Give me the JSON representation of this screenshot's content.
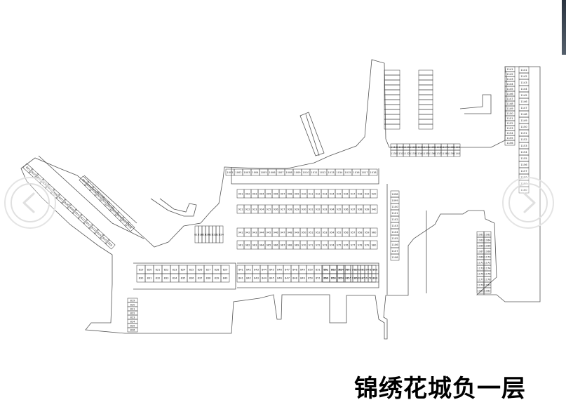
{
  "title": "锦绣花城负一层",
  "nav": {
    "prev_icon": "chevron-left-icon",
    "next_icon": "chevron-right-icon"
  },
  "colors": {
    "line": "#333333",
    "nav": "#e0e0e0",
    "title": "#000000"
  },
  "sections": [
    {
      "id": "west-diagonal",
      "labels": [
        "801",
        "802",
        "803",
        "804",
        "805",
        "806",
        "807",
        "808",
        "809",
        "810",
        "811",
        "812",
        "813",
        "814",
        "815",
        "816"
      ]
    },
    {
      "id": "northwest-wing",
      "labels": [
        "817",
        "818",
        "819",
        "820",
        "821",
        "822",
        "823",
        "824"
      ]
    },
    {
      "id": "north-row",
      "labels": [
        "1001",
        "1002",
        "1003",
        "1004",
        "1005",
        "1006",
        "1007",
        "1008",
        "1009",
        "1010",
        "1011",
        "1012",
        "1013",
        "1014",
        "1015",
        "1016",
        "1017",
        "1018"
      ]
    },
    {
      "id": "center-grid-a",
      "labels": [
        "901",
        "902",
        "903",
        "904",
        "905",
        "906",
        "907",
        "908",
        "909",
        "910",
        "911",
        "912",
        "913",
        "914",
        "915",
        "916",
        "917",
        "918",
        "919",
        "920"
      ]
    },
    {
      "id": "center-grid-b",
      "labels": [
        "921",
        "922",
        "923",
        "924",
        "925",
        "926",
        "927",
        "928",
        "929",
        "930",
        "931",
        "932",
        "933",
        "934",
        "935",
        "936",
        "937",
        "938",
        "939",
        "940"
      ]
    },
    {
      "id": "center-grid-c",
      "labels": [
        "941",
        "942",
        "943",
        "944",
        "945",
        "946",
        "947",
        "948",
        "949",
        "950",
        "951",
        "952",
        "953",
        "954",
        "955",
        "956",
        "957",
        "958",
        "959",
        "960"
      ]
    },
    {
      "id": "south-row",
      "labels": [
        "961",
        "962",
        "963",
        "964",
        "965",
        "966",
        "967",
        "968",
        "969",
        "970",
        "971",
        "972",
        "973",
        "974",
        "975",
        "976",
        "977",
        "978",
        "979",
        "980"
      ]
    },
    {
      "id": "southwest-block",
      "labels": [
        "819",
        "820",
        "821",
        "822",
        "823",
        "824",
        "825",
        "826",
        "827",
        "828",
        "829",
        "830",
        "831",
        "832",
        "833",
        "834",
        "835",
        "836",
        "837",
        "838",
        "839",
        "840"
      ]
    },
    {
      "id": "south-center",
      "labels": [
        "841",
        "842",
        "843",
        "844",
        "845",
        "846",
        "847",
        "848",
        "849",
        "850",
        "851",
        "852",
        "853",
        "854",
        "855",
        "856",
        "857",
        "858"
      ]
    },
    {
      "id": "southeast",
      "labels": [
        "901",
        "902",
        "903",
        "904",
        "905",
        "906",
        "907",
        "908",
        "909",
        "910",
        "911",
        "912",
        "913",
        "914",
        "915",
        "916"
      ]
    },
    {
      "id": "east-column",
      "labels": [
        "1098",
        "1099",
        "1100",
        "1101",
        "1102",
        "1103",
        "1104",
        "1105",
        "1106",
        "1107",
        "1108"
      ]
    },
    {
      "id": "northeast",
      "labels": [
        "1119",
        "1120",
        "1121",
        "1122",
        "1123",
        "1124",
        "1125",
        "1126",
        "1127",
        "1128",
        "1129",
        "1130",
        "1131",
        "1132",
        "1133",
        "1134",
        "1135",
        "1136",
        "1137",
        "1138",
        "1139",
        "1140"
      ]
    },
    {
      "id": "far-east",
      "labels": [
        "1141",
        "1142",
        "1143",
        "1144",
        "1145",
        "1146",
        "1147",
        "1148",
        "1149",
        "1150",
        "1151",
        "1152",
        "1153",
        "1154",
        "1155",
        "1156",
        "1157",
        "1158",
        "1159",
        "1160"
      ]
    },
    {
      "id": "east-lower",
      "labels": [
        "1161",
        "1162",
        "1163",
        "1164",
        "1165",
        "1166",
        "1167",
        "1168",
        "1169",
        "1170",
        "1171",
        "1172",
        "1173",
        "1174",
        "1175",
        "1176",
        "1177",
        "1178",
        "1179",
        "1180",
        "1181",
        "1182"
      ]
    }
  ]
}
